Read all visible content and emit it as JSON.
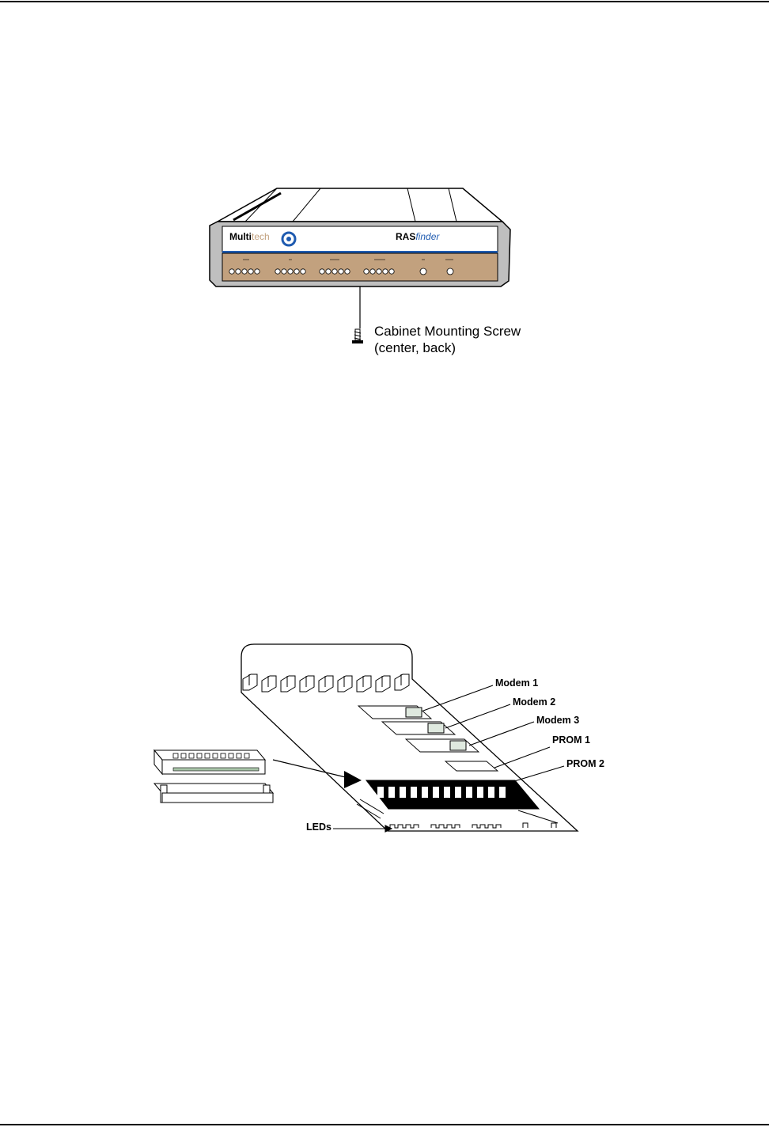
{
  "figure1": {
    "brand_text": "Multi",
    "brand_tail": "tech",
    "product_text": "RAS",
    "product_tail": "finder",
    "screw_label_line1": "Cabinet Mounting Screw",
    "screw_label_line2": "(center, back)"
  },
  "figure2": {
    "labels": {
      "modem1": "Modem 1",
      "modem2": "Modem 2",
      "modem3": "Modem 3",
      "prom1": "PROM 1",
      "prom2": "PROM 2",
      "leds": "LEDs"
    }
  },
  "colors": {
    "chassis_tan": "#C2A17E",
    "logo_blue": "#1F5BB0",
    "line": "#000000"
  }
}
